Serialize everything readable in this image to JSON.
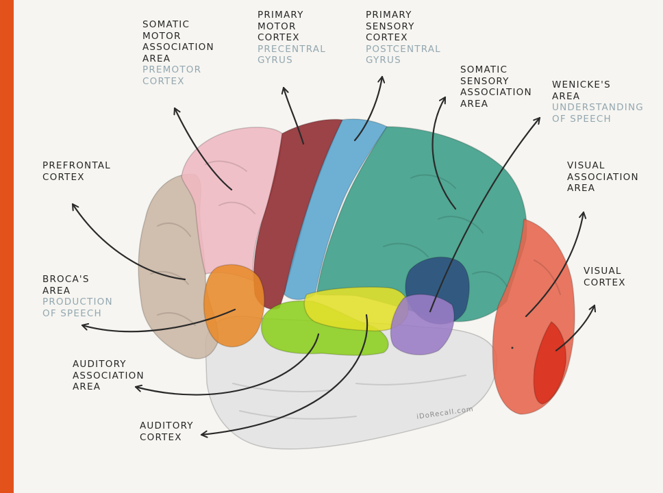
{
  "accent_color": "#e4521c",
  "watermark": "iDoRecall.com",
  "labels": {
    "somatic_motor_association": {
      "lines": [
        "Somatic",
        "Motor",
        "Association",
        "Area"
      ],
      "sub": [
        "Premotor",
        "Cortex"
      ]
    },
    "primary_motor_cortex": {
      "lines": [
        "Primary",
        "Motor",
        "Cortex"
      ],
      "sub": [
        "Precentral",
        "Gyrus"
      ]
    },
    "primary_sensory_cortex": {
      "lines": [
        "Primary",
        "Sensory",
        "Cortex"
      ],
      "sub": [
        "Postcentral",
        "Gyrus"
      ]
    },
    "somatic_sensory_association": {
      "lines": [
        "Somatic",
        "Sensory",
        "Association",
        "Area"
      ],
      "sub": []
    },
    "wernickes_area": {
      "lines": [
        "Wenicke's",
        "Area"
      ],
      "sub": [
        "Understanding",
        "of Speech"
      ]
    },
    "prefrontal_cortex": {
      "lines": [
        "Prefrontal",
        "Cortex"
      ],
      "sub": []
    },
    "visual_association_area": {
      "lines": [
        "Visual",
        "Association",
        "Area"
      ],
      "sub": []
    },
    "brocas_area": {
      "lines": [
        "Broca's",
        "Area"
      ],
      "sub": [
        "Production",
        "of Speech"
      ]
    },
    "visual_cortex": {
      "lines": [
        "Visual",
        "Cortex"
      ],
      "sub": []
    },
    "auditory_association_area": {
      "lines": [
        "Auditory",
        "Association",
        "Area"
      ],
      "sub": []
    },
    "auditory_cortex": {
      "lines": [
        "Auditory",
        "Cortex"
      ],
      "sub": []
    }
  },
  "region_colors": {
    "prefrontal": "#cbb6a4",
    "premotor": "#efb8c2",
    "primary_motor": "#8e2a2f",
    "primary_sensory": "#5aa6cf",
    "sensory_association": "#3a9d86",
    "wernicke": "#2e4f7e",
    "wernicke_lower": "#9b7cc6",
    "visual_association": "#e6644c",
    "visual_cortex": "#d8301c",
    "broca": "#e88a2a",
    "auditory_association": "#8ccf1e",
    "auditory_cortex": "#e2df2a",
    "temporal": "#e3e3e3"
  }
}
